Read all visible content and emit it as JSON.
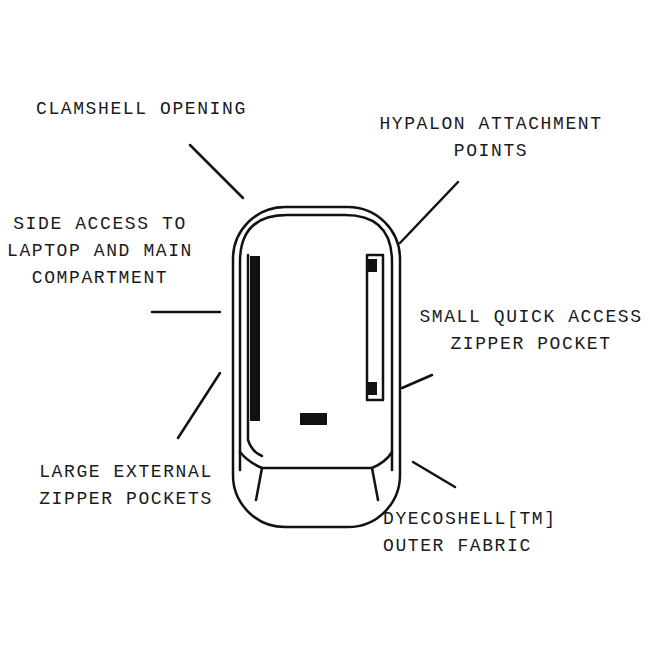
{
  "diagram": {
    "labels": [
      "CLAMSHELL OPENING",
      "HYPALON ATTACHMENT POINTS",
      "SIDE ACCESS TO LAPTOP AND MAIN COMPARTMENT",
      "SMALL QUICK ACCESS ZIPPER POCKET",
      "LARGE EXTERNAL ZIPPER POCKETS",
      "DYECOSHELL[TM] OUTER FABRIC"
    ]
  }
}
